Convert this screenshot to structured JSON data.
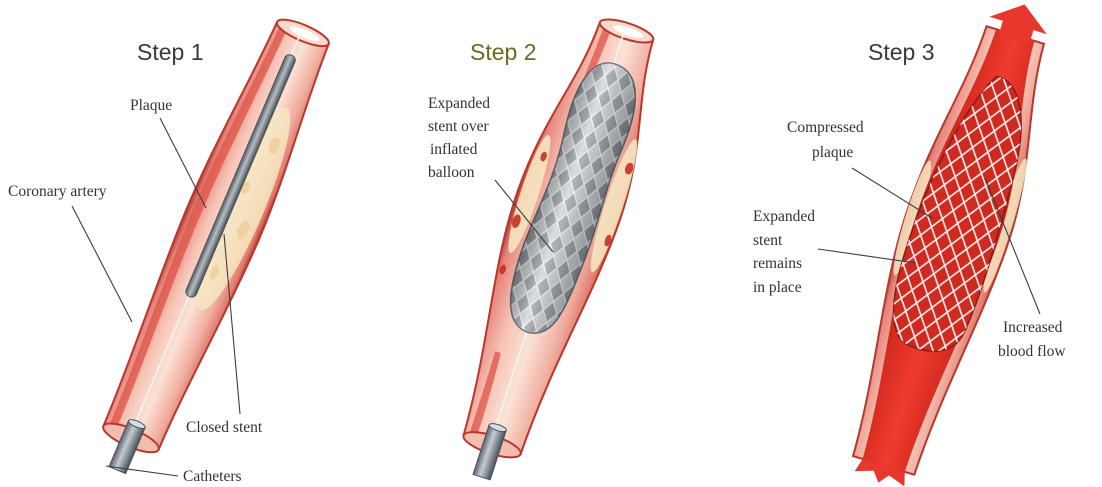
{
  "step1": {
    "title": "Step 1",
    "plaque": "Plaque",
    "coronary_artery": "Coronary artery",
    "closed_stent": "Closed stent",
    "catheters": "Catheters"
  },
  "step2": {
    "title": "Step 2",
    "balloon_label": [
      "Expanded",
      "stent over",
      "inflated",
      "balloon"
    ]
  },
  "step3": {
    "title": "Step 3",
    "compressed_plaque": [
      "Compressed",
      "plaque"
    ],
    "stent_label": [
      "Expanded",
      "stent",
      "remains",
      "in place"
    ],
    "blood_flow": [
      "Increased",
      "blood flow"
    ]
  },
  "colors": {
    "step_title": "#3a3a3a",
    "step2_title": "#6b6a22",
    "label": "#333333",
    "artery_wall": "#f4bfb0",
    "artery_edge": "#b8372c",
    "blood": "#e8372c",
    "plaque": "#f6e6c1",
    "stent_metal": "#a8aeb4",
    "catheter": "#8a939b"
  }
}
